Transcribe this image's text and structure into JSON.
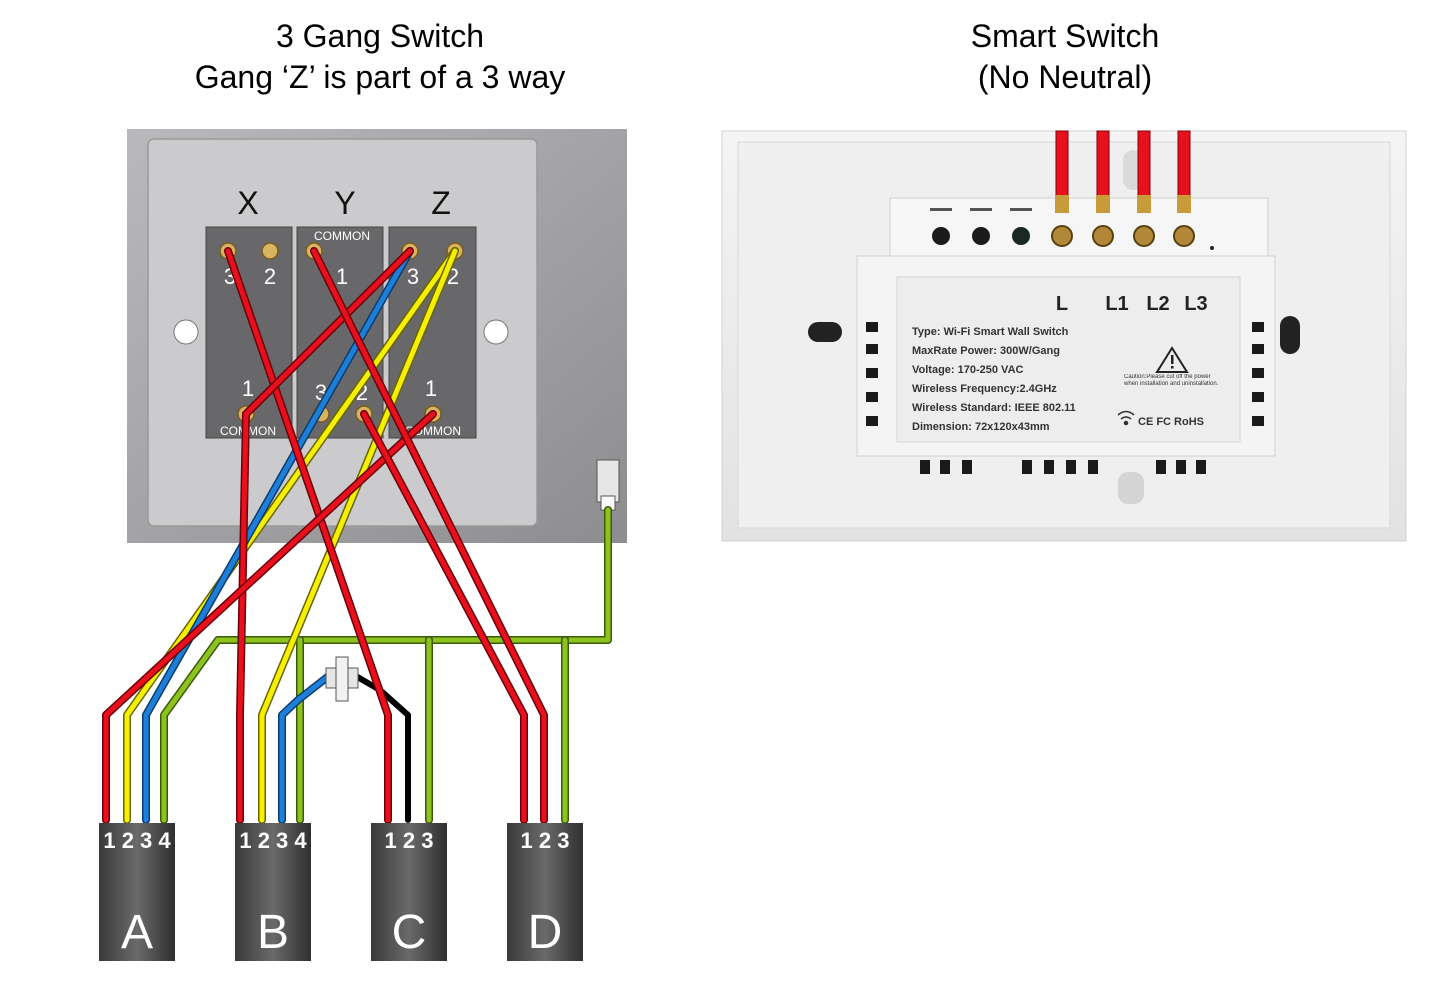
{
  "left_title": {
    "line1": "3 Gang Switch",
    "line2": "Gang ‘Z’ is part of a 3 way"
  },
  "right_title": {
    "line1": "Smart Switch",
    "line2": "(No Neutral)"
  },
  "gangs": {
    "x": "X",
    "y": "Y",
    "z": "Z",
    "common": "COMMON"
  },
  "terminals": {
    "x_top_left": "3",
    "x_top_right": "2",
    "x_bottom": "1",
    "y_top": "1",
    "y_bottom_left": "3",
    "y_bottom_right": "2",
    "z_top_left": "3",
    "z_top_right": "2",
    "z_bottom": "1"
  },
  "cables": [
    {
      "letter": "A",
      "cores": "1 2 3 4"
    },
    {
      "letter": "B",
      "cores": "1 2 3 4"
    },
    {
      "letter": "C",
      "cores": "1 2 3"
    },
    {
      "letter": "D",
      "cores": "1 2 3"
    }
  ],
  "smart_switch": {
    "terminals": {
      "l": "L",
      "l1": "L1",
      "l2": "L2",
      "l3": "L3"
    },
    "label_lines": [
      "Type: Wi-Fi Smart Wall Switch",
      "MaxRate Power: 300W/Gang",
      "Voltage: 170-250 VAC",
      "Wireless Frequency:2.4GHz",
      "Wireless Standard: IEEE 802.11",
      "Dimension: 72x120x43mm"
    ],
    "caution": "Caution:Please cut off the power when installation and uninstallation.",
    "certs": "CE FC RoHS"
  },
  "colors": {
    "live_red": "#e8101c",
    "yellow": "#f5f000",
    "blue": "#1e7fd8",
    "earth_green": "#8cc31e",
    "black": "#111111",
    "plate": "#c9c9cb",
    "module": "#6b6b6d"
  }
}
